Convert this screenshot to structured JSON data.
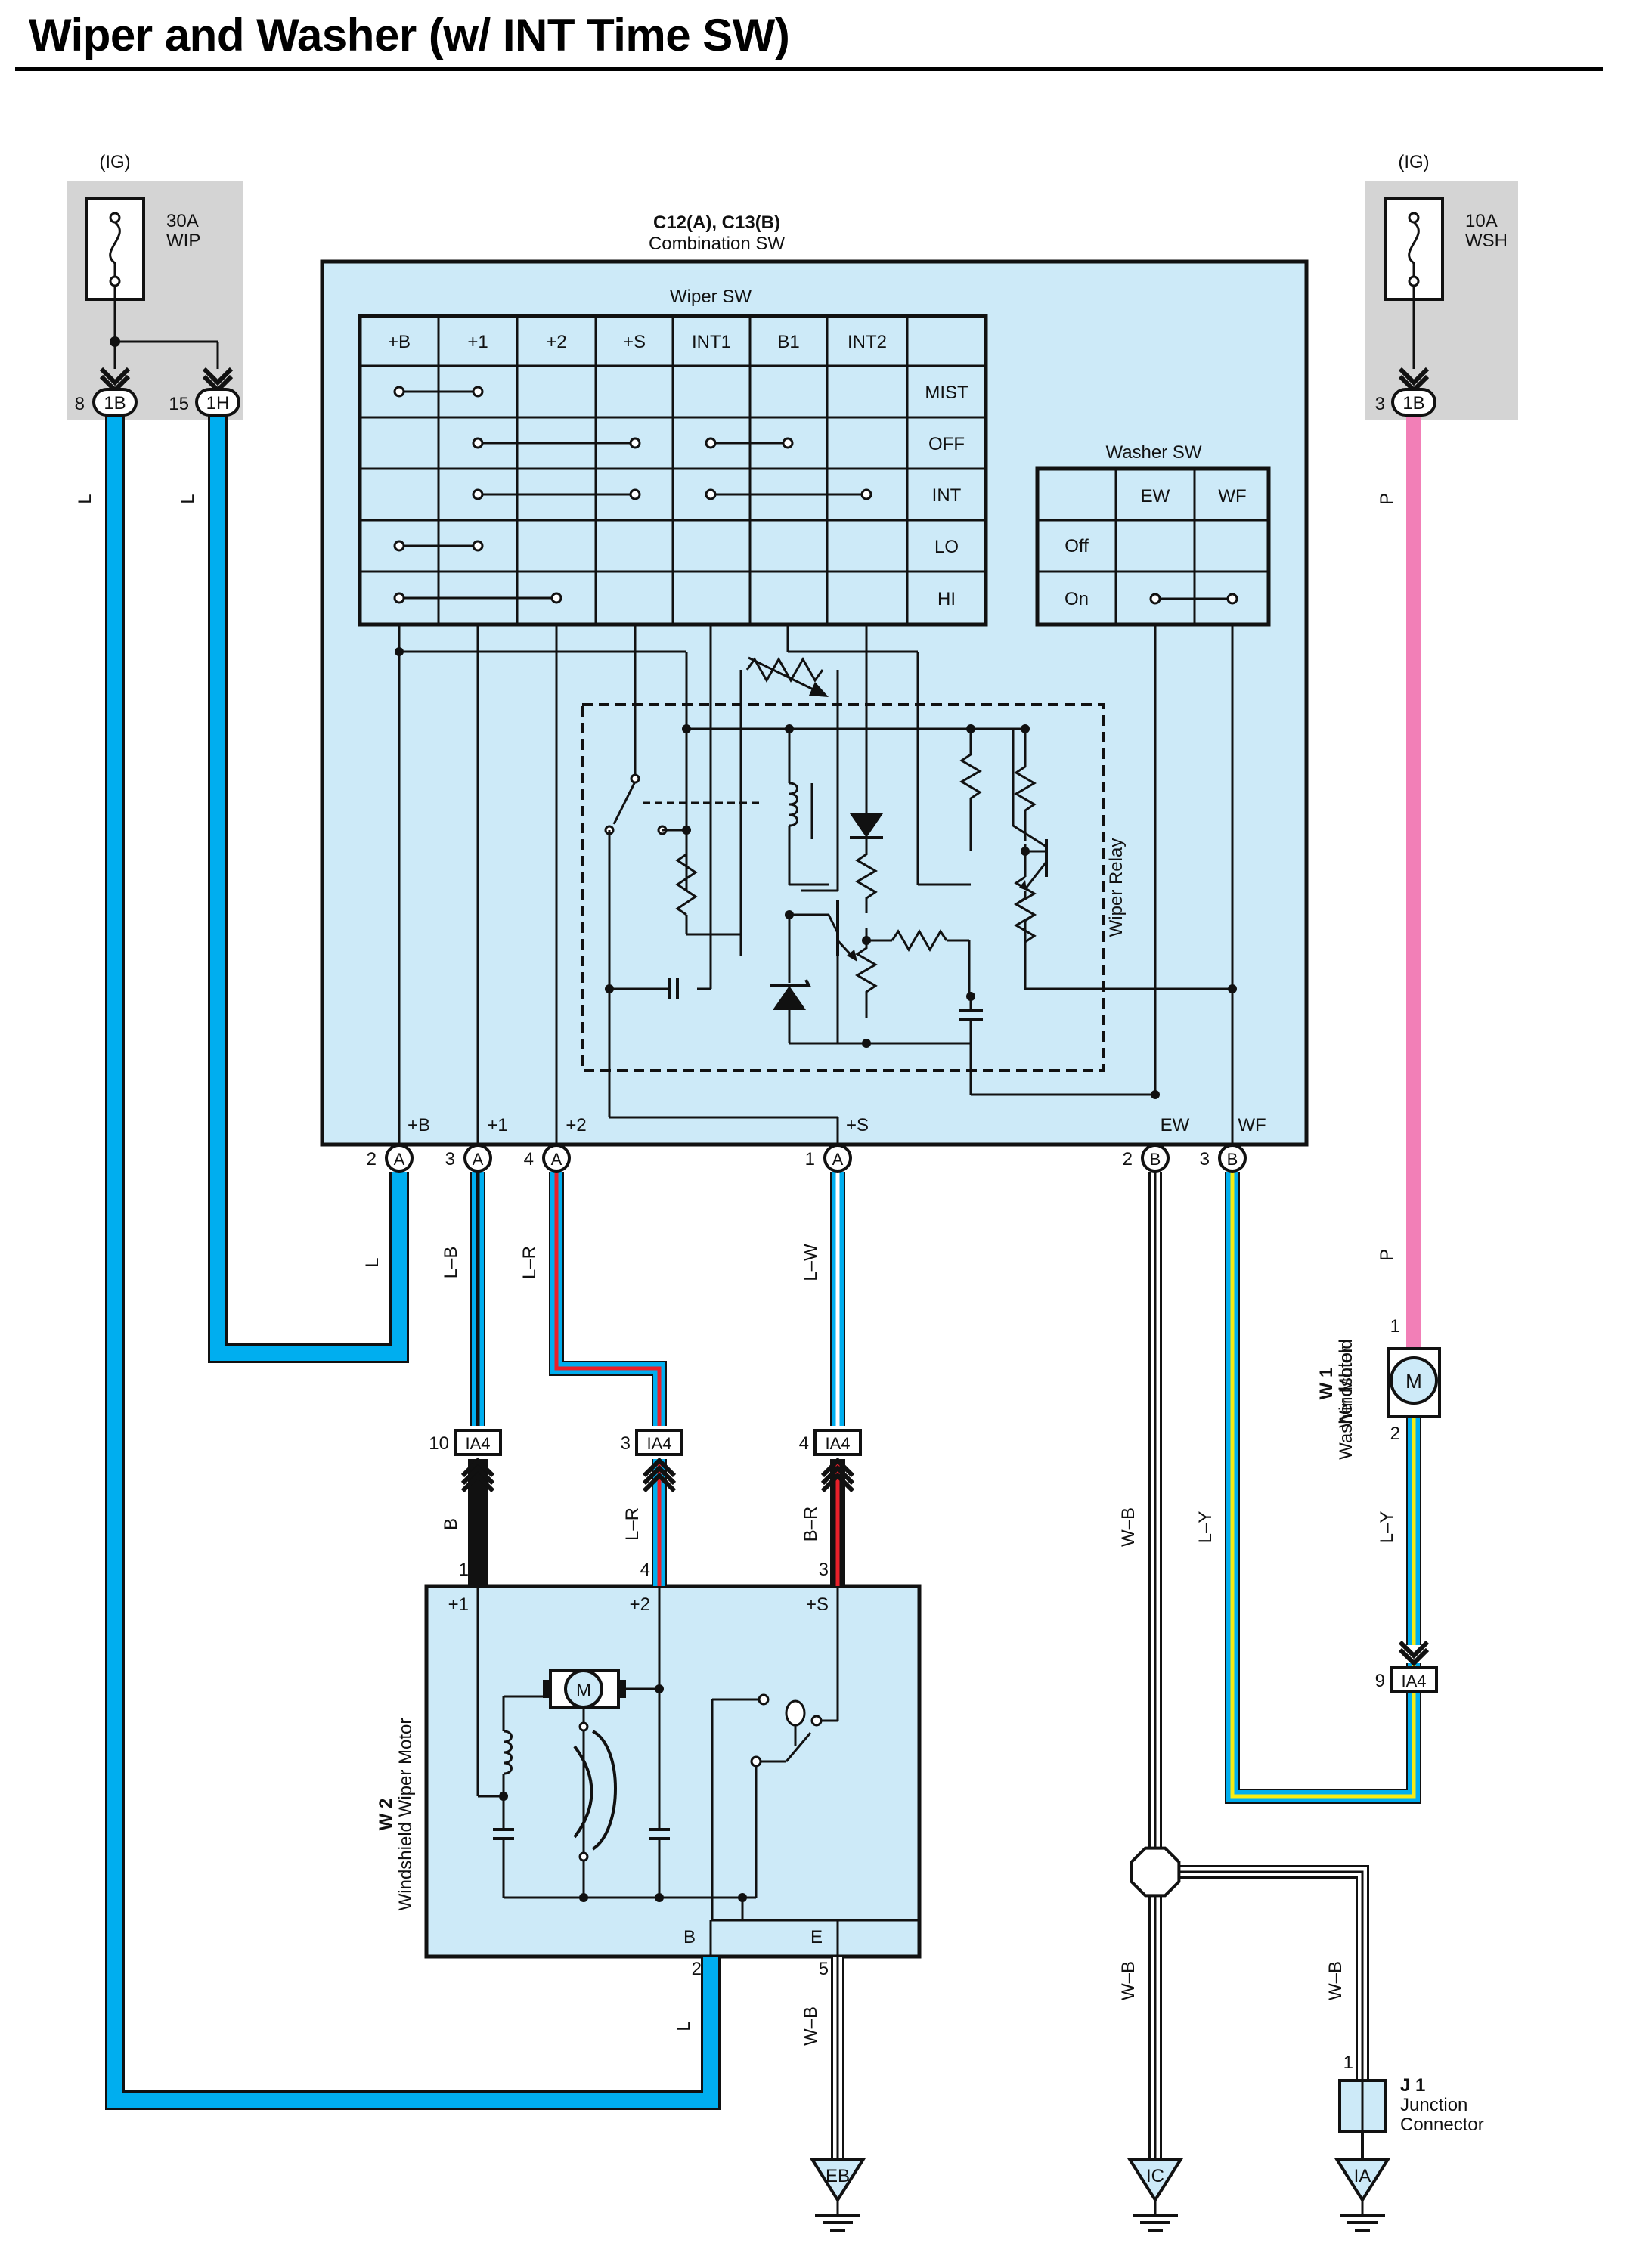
{
  "title": "Wiper and Washer (w/ INT Time SW)",
  "colors": {
    "blue_wire": "#00aeef",
    "pink_wire": "#f27fb7",
    "red_stripe": "#e8202a",
    "yellow_stripe": "#f7ec13",
    "component_fill": "#cdeaf8",
    "fuse_box_fill": "#d4d4d4"
  },
  "fuse_left": {
    "source": "(IG)",
    "name": "30A\nWIP",
    "pin1": "8",
    "conn1": "1B",
    "pin2": "15",
    "conn2": "1H",
    "wire1": "L",
    "wire2": "L"
  },
  "fuse_right": {
    "source": "(IG)",
    "name": "10A\nWSH",
    "pin": "3",
    "conn": "1B",
    "wire": "P"
  },
  "combination_sw": {
    "code": "C12(A), C13(B)",
    "name": "Combination SW",
    "wiper_sw": {
      "title": "Wiper SW",
      "columns": [
        "+B",
        "+1",
        "+2",
        "+S",
        "INT1",
        "B1",
        "INT2"
      ],
      "rows": [
        "MIST",
        "OFF",
        "INT",
        "LO",
        "HI"
      ]
    },
    "washer_sw": {
      "title": "Washer SW",
      "columns": [
        "EW",
        "WF"
      ],
      "rows": [
        "Off",
        "On"
      ]
    },
    "relay_label": "Wiper Relay",
    "terminals": [
      {
        "label": "+B",
        "pin": "2",
        "conn": "A"
      },
      {
        "label": "+1",
        "pin": "3",
        "conn": "A"
      },
      {
        "label": "+2",
        "pin": "4",
        "conn": "A"
      },
      {
        "label": "+S",
        "pin": "1",
        "conn": "A"
      },
      {
        "label": "EW",
        "pin": "2",
        "conn": "B"
      },
      {
        "label": "WF",
        "pin": "3",
        "conn": "B"
      }
    ]
  },
  "wires": {
    "plusB": "L",
    "plus1": "L–B",
    "plus2": "L–R",
    "plusS": "L–W",
    "ew": "W–B",
    "wf": "L–Y",
    "washer_p": "P",
    "motor_plus1": "B",
    "motor_plus2": "L–R",
    "motor_plusS": "B–R",
    "washer_out": "L–Y",
    "motor_b": "L",
    "motor_e": "W–B",
    "ground_ic": "W–B",
    "ground_j1": "W–B"
  },
  "ia4": [
    {
      "pin": "10",
      "label": "IA4"
    },
    {
      "pin": "3",
      "label": "IA4"
    },
    {
      "pin": "4",
      "label": "IA4"
    },
    {
      "pin": "9",
      "label": "IA4"
    }
  ],
  "washer_motor": {
    "code": "W 1",
    "name": "Windshield\nWasher Motor",
    "symbol": "M",
    "pin1": "1",
    "pin2": "2"
  },
  "wiper_motor": {
    "code": "W 2",
    "name": "Windshield Wiper Motor",
    "symbol": "M",
    "top_pins": [
      {
        "pin": "1",
        "label": "+1"
      },
      {
        "pin": "4",
        "label": "+2"
      },
      {
        "pin": "3",
        "label": "+S"
      }
    ],
    "bottom_pins": [
      {
        "pin": "2",
        "label": "B"
      },
      {
        "pin": "5",
        "label": "E"
      }
    ]
  },
  "junction": {
    "code": "J 1",
    "name": "Junction\nConnector",
    "pin": "1"
  },
  "grounds": [
    "EB",
    "IC",
    "IA"
  ]
}
